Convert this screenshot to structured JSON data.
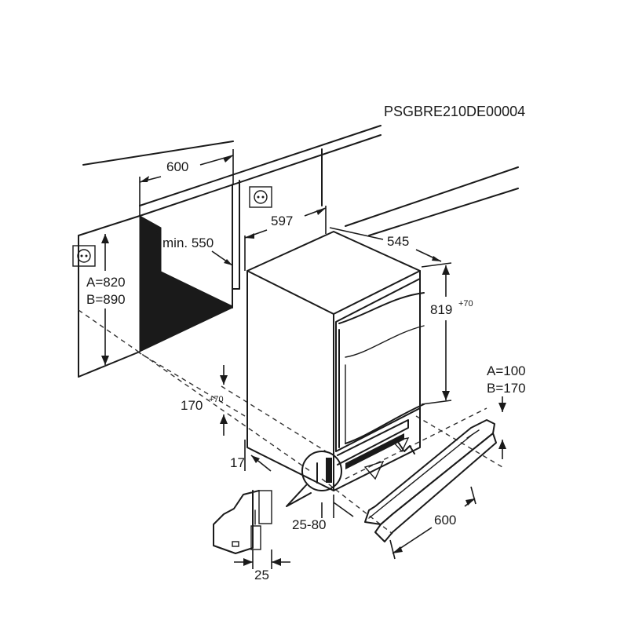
{
  "diagram": {
    "code": "PSGBRE210DE00004",
    "labels": {
      "niche_width": "600",
      "niche_min_depth": "min. 550",
      "niche_width_inner": "597",
      "appliance_depth": "545",
      "appliance_height": "819",
      "appliance_height_sup": "+70",
      "niche_height_a": "A=820",
      "niche_height_b": "B=890",
      "plinth_height": "170",
      "plinth_height_sup": "+70",
      "gap_17": "17",
      "range_25_80": "25-80",
      "detail_25": "25",
      "plinth_a": "A=100",
      "plinth_b": "B=170",
      "plinth_width": "600"
    }
  }
}
